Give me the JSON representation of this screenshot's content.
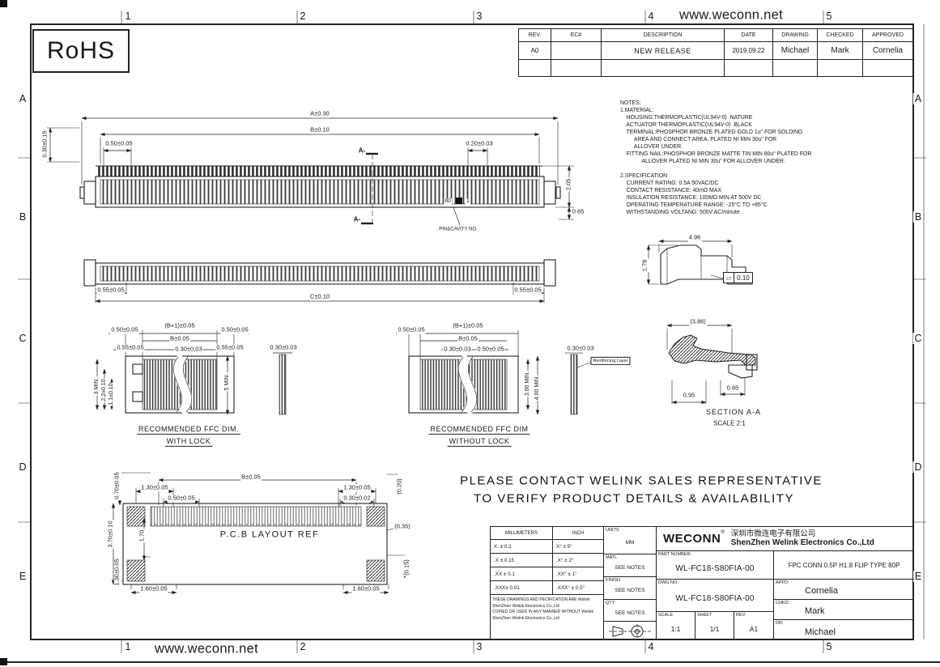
{
  "sheet": {
    "rohs": "RoHS",
    "website_top": "www.weconn.net",
    "website_bottom": "www.weconn.net",
    "grid_cols": [
      "1",
      "2",
      "3",
      "4",
      "5"
    ],
    "grid_rows": [
      "A",
      "B",
      "C",
      "D",
      "E"
    ]
  },
  "rev_table": {
    "headers": [
      "REV.",
      "EC#",
      "DESCRIPTION",
      "DATE",
      "DRAWING",
      "CHECKED",
      "APPROVED"
    ],
    "row": {
      "rev": "A0",
      "ec": "",
      "description": "NEW RELEASE",
      "date": "2019.09.22",
      "drawing": "Michael",
      "checked": "Mark",
      "approved": "Cornelia"
    }
  },
  "notes": {
    "text": "NOTES:\n1.MATERIAL:\n    HOUSING:THERMOPLASTIC(UL94V-0)  NATURE\n    ACTUATOR:THERMOPLASTIC(UL94V-0)  BLACK\n    TERMINAL:PHOSPHOR BRONZE PLATED GOLD 1u\" FOR SOLDING\n         AREA AND CONNECT AREA, PLATED NI MIN 30u\" FOR\n         ALLOVER UNDER.\n    FITTING NAIL:PHOSPHOR BRONZE MATTE TIN MIN 80u\" PLATED FOR\n              ALLOVER PLATED NI MIN 30u\" FOR ALLOVER UNDER.\n\n2.SPECIFICATION\n    CURRENT RATING: 0.5A 50VAC/DC\n    CONTACT RESISTANCE: 40mΩ MAX\n    INSULATION RESISTANCE: 100MΩ MIN AT 500V DC\n    OPERATING TEMPERATURE RANGE: -25°C TO +85°C\n    WITHSTANDING VOLTANG: 500V AC/minute"
  },
  "top_view": {
    "dim_overall": "A±0.30",
    "dim_b": "B±0.10",
    "dim_pitch": "0.50±0.05",
    "dim_pin": "0.20±0.03",
    "dim_nail": "0.30±0.15",
    "dim_height": "2.05",
    "dim_cap": "0.65",
    "pin_80": "80",
    "pin_1": "1",
    "pin_label": "PIN&CAVITY NO.",
    "section_top": "A-",
    "section_bottom": "A-"
  },
  "bottom_view": {
    "dim_left": "0.55±0.05",
    "dim_c": "C±0.10",
    "dim_right": "0.55±0.05"
  },
  "side_view": {
    "dim_w": "4.96",
    "dim_h": "1.78",
    "fcf_sym": "▱",
    "fcf_val": "0.10"
  },
  "ffc_lock": {
    "dim_edge_l": "0.50±0.05",
    "dim_b1": "(B+1)±0.05",
    "dim_edge_r": "0.50±0.05",
    "dim_b": "B±0.05",
    "dim_sh_l": "0.55±0.05",
    "dim_cond": "0.30±0.03",
    "dim_sh_r": "0.55±0.05",
    "dim_3min": "3 MIN.",
    "dim_22": "2.2±0.10",
    "dim_11": "1.1±0.10",
    "dim_5min": "5 MIN.",
    "dim_strip": "0.30±0.03",
    "caption1": "RECOMMENDED FFC DIM.",
    "caption2": "WITH LOCK"
  },
  "ffc_nolock": {
    "dim_edge": "0.50±0.05",
    "dim_b1": "(B+1)±0.05",
    "dim_b": "B±0.05",
    "dim_cond": "0.30±0.03",
    "dim_pitch": "0.50±0.05",
    "dim_3min": "3.00 MIN.",
    "dim_4min": "4.00 MIN.",
    "dim_strip": "0.30±0.03",
    "reinforcing": "Reinforcing Layer",
    "caption1": "RECOMMENDED FFC DIM",
    "caption2": "WITHOUT LOCK"
  },
  "section_view": {
    "dim_w": "(3.86)",
    "dim_1": "0.95",
    "dim_2": "0.65",
    "caption1": "SECTION A-A",
    "caption2": "SCALE 2:1"
  },
  "pcb_view": {
    "dim_b": "B±0.05",
    "dim_l130": "1.30±0.05",
    "dim_r130": "1.30±0.05",
    "dim_050": "0.50±0.05",
    "dim_030": "0.30±0.02",
    "dim_020": "(0.20)",
    "dim_070": "0.70±0.05",
    "dim_370": "3.70±0.10",
    "dim_170": "1.70",
    "dim_130": "1.30±0.05",
    "dim_160l": "1.60±0.05",
    "dim_160r": "1.60±0.05",
    "dim_035": "(0.35)",
    "dim_015": "(0.15)",
    "label": "P.C.B LAYOUT REF"
  },
  "notice": {
    "line1": "PLEASE CONTACT WELINK SALES REPRESENTATIVE",
    "line2": "TO VERIFY PRODUCT DETAILS & AVAILABILITY"
  },
  "title_block": {
    "tolerance": {
      "col1": "MILLIMETERS",
      "col2": "INCH",
      "rows": [
        [
          "X.  ±  0.2",
          "X°  ±  5°"
        ],
        [
          ".X  ± 0.15",
          ".X°  ±  2°"
        ],
        [
          ".XX ± 0.1",
          ".XX°  ±  1°"
        ],
        [
          ".XXX± 0.01",
          ".XXX° ± 0.5°"
        ]
      ]
    },
    "disclaimer": "THESE DRAWINGS AND PECIFICATION ARE Welink\nShenZhen Welink Electronics Co.,Ltd\nCOPIED OR USED IN ANY MANNER WITHOUT Welink\nShenZhen Welink Electronics Co.,Ltd",
    "units_label": "UNITS",
    "units_value": "MM",
    "matl_label": "MATL",
    "matl_value": "SEE NOTES",
    "finish_label": "FINISH",
    "finish_value": "SEE NOTES",
    "qty_label": "QTY",
    "qty_value": "SEE NOTES",
    "brand": "WECONN",
    "reg": "®",
    "company_cn": "深圳市微连电子有限公司",
    "company_en": "ShenZhen Welink Electronics Co.,Ltd",
    "part_number_label": "PART NUMBER:",
    "part_number": "WL-FC18-S80FIA-00",
    "description": "FPC CONN 0.5P H1.8 FLIP TYPE 80P",
    "dwg_no_label": "DWG NO.:",
    "dwg_no": "WL-FC18-S80FIA-00",
    "scale_label": "SCALE",
    "scale": "1:1",
    "sheet_label": "SHEET",
    "sheet": "1/1",
    "rev_label": "REV.",
    "rev": "A1",
    "appd_label": "APPD:",
    "appd": "Cornelia",
    "chkd_label": "CHKD:",
    "chkd": "Mark",
    "dr_label": "DR:",
    "dr": "Michael"
  }
}
